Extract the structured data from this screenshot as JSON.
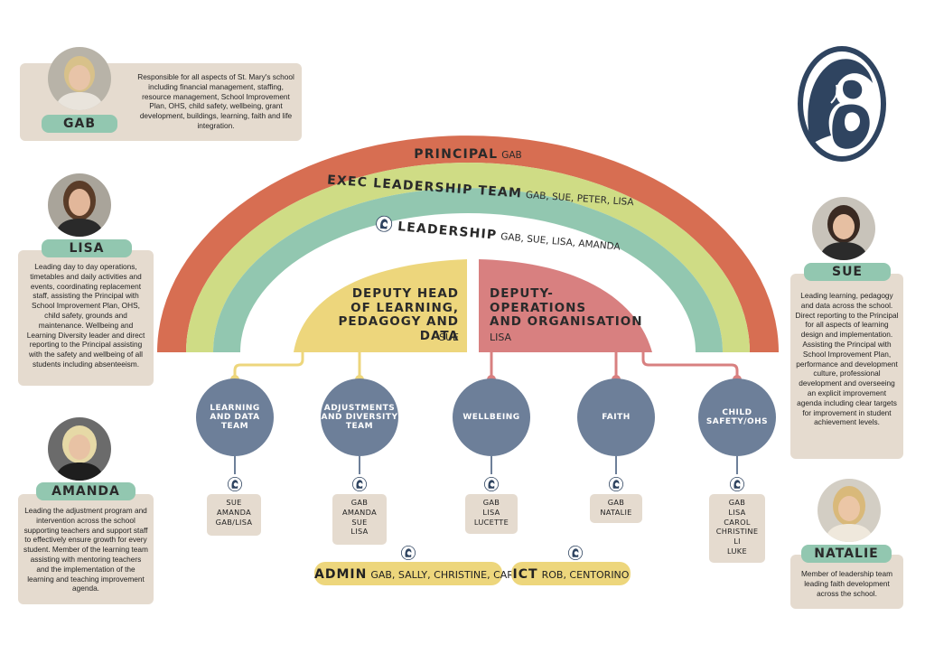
{
  "colors": {
    "principal": "#d76e52",
    "exec": "#cfdc85",
    "leadership": "#92c7b0",
    "deputy_learning": "#edd67c",
    "deputy_ops": "#d88080",
    "node": "#6d7f99",
    "card": "#e5dbcf",
    "logo": "#2f4460"
  },
  "arcs": {
    "principal": {
      "title": "PRINCIPAL",
      "members": "GAB"
    },
    "exec": {
      "title": "EXEC LEADERSHIP TEAM",
      "members": "GAB, SUE, PETER, LISA"
    },
    "leadership": {
      "title": "LEADERSHIP",
      "members": "GAB, SUE, LISA, AMANDA"
    }
  },
  "deputies": {
    "learning": {
      "title_line1": "DEPUTY HEAD",
      "title_line2": "OF LEARNING,",
      "title_line3": "PEDAGOGY AND DATA",
      "person": "SUE"
    },
    "operations": {
      "title_line1": "DEPUTY-",
      "title_line2": "OPERATIONS",
      "title_line3": "AND ORGANISATION",
      "person": "LISA"
    }
  },
  "teams": [
    {
      "line1": "LEARNING",
      "line2": "AND DATA",
      "line3": "TEAM",
      "members": [
        "SUE",
        "AMANDA",
        "GAB/LISA"
      ]
    },
    {
      "line1": "ADJUSTMENTS",
      "line2": "AND DIVERSITY",
      "line3": "TEAM",
      "members": [
        "GAB",
        "AMANDA",
        "SUE",
        "LISA"
      ]
    },
    {
      "line1": "WELLBEING",
      "line2": "",
      "line3": "",
      "members": [
        "GAB",
        "LISA",
        "LUCETTE"
      ]
    },
    {
      "line1": "FAITH",
      "line2": "",
      "line3": "",
      "members": [
        "GAB",
        "NATALIE"
      ]
    },
    {
      "line1": "CHILD",
      "line2": "SAFETY/OHS",
      "line3": "",
      "members": [
        "GAB",
        "LISA",
        "CAROL",
        "CHRISTINE",
        "LI",
        "LUKE"
      ]
    }
  ],
  "support": {
    "admin": {
      "title": "ADMIN",
      "members": "GAB, SALLY, CHRISTINE, CAROL"
    },
    "ict": {
      "title": "ICT",
      "members": "ROB, CENTORINO"
    }
  },
  "people": {
    "gab": {
      "name": "GAB",
      "description": "Responsible for all aspects of St. Mary's school including financial management, staffing, resource management, School Improvement Plan, OHS, child safety, wellbeing, grant development, buildings, learning, faith and life integration."
    },
    "lisa": {
      "name": "LISA",
      "description": "Leading day to day operations, timetables and daily activities and events, coordinating replacement staff, assisting the Principal with School Improvement Plan, OHS, child safety, grounds and maintenance. Wellbeing and Learning Diversity leader and direct reporting to the Principal assisting with the safety and wellbeing of all students including absenteeism."
    },
    "amanda": {
      "name": "AMANDA",
      "description": "Leading the adjustment program and intervention across the school supporting teachers and support staff to effectively ensure growth for every student. Member of the learning team assisting with mentoring teachers and the implementation of the learning and teaching improvement agenda."
    },
    "sue": {
      "name": "SUE",
      "description": "Leading learning, pedagogy and data across the school. Direct reporting to the Principal for all aspects of learning design and implementation. Assisting the Principal with School Improvement Plan, performance and development culture, professional development and overseeing an explicit improvement agenda including clear targets for improvement in student achievement levels."
    },
    "natalie": {
      "name": "NATALIE",
      "description": "Member of leadership team leading faith development across the school."
    }
  },
  "icons": {
    "logo": "madonna-and-child-icon",
    "mini": "madonna-mini-icon"
  }
}
